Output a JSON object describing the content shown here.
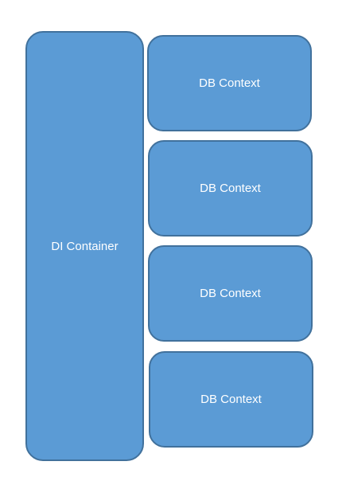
{
  "diagram": {
    "container": {
      "label": "DI Container"
    },
    "contexts": [
      {
        "label": "DB Context"
      },
      {
        "label": "DB Context"
      },
      {
        "label": "DB Context"
      },
      {
        "label": "DB Context"
      }
    ],
    "colors": {
      "fill": "#5b9bd5",
      "stroke": "#41719c",
      "text": "#ffffff",
      "background": "#ffffff"
    }
  }
}
